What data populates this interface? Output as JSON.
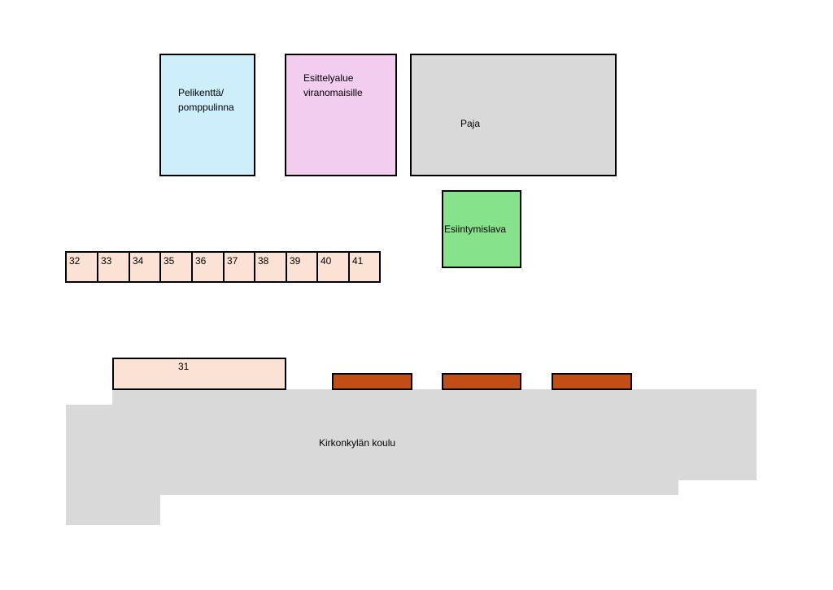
{
  "areas": {
    "game_field": {
      "label": "Pelikenttä/\npomppulinna",
      "color": "#cdeefa"
    },
    "display_area": {
      "label": "Esittelyalue\nviranomaisille",
      "color": "#f2cdef"
    },
    "workshop": {
      "label": "Paja",
      "color": "#d9d9d9"
    },
    "stage": {
      "label": "Esiintymislava",
      "color": "#86e28b"
    },
    "school": {
      "label": "Kirkonkylän koulu",
      "color": "#d9d9d9"
    }
  },
  "stalls": [
    {
      "number": "32"
    },
    {
      "number": "33"
    },
    {
      "number": "34"
    },
    {
      "number": "35"
    },
    {
      "number": "36"
    },
    {
      "number": "37"
    },
    {
      "number": "38"
    },
    {
      "number": "39"
    },
    {
      "number": "40"
    },
    {
      "number": "41"
    }
  ],
  "stall_31": {
    "number": "31"
  },
  "stall_color": "#fbe2d5",
  "bench_color": "#c14e16"
}
